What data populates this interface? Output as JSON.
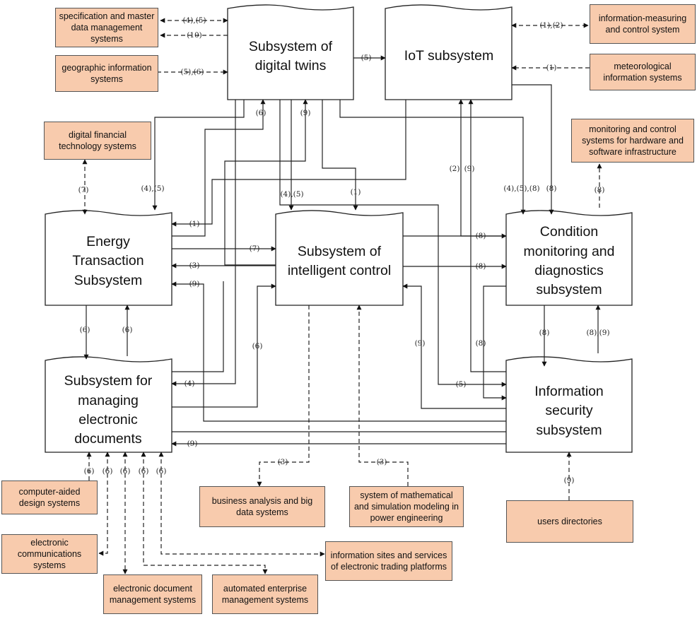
{
  "subsystems": {
    "digital_twins": "Subsystem of digital twins",
    "iot": "IoT subsystem",
    "energy_transaction": "Energy Transaction Subsystem",
    "intelligent_control": "Subsystem of intelligent control",
    "condition_monitoring": "Condition monitoring and diagnostics subsystem",
    "electronic_documents": "Subsystem for managing electronic documents",
    "information_security": "Information security subsystem"
  },
  "external_systems": {
    "spec_master_data": "specification and master data management systems",
    "geographic_info": "geographic information systems",
    "info_measuring_control": "information-measuring and control system",
    "meteorological": "meteorological information systems",
    "digital_financial": "digital financial technology systems",
    "monitoring_hw_sw": "monitoring and control systems for hardware and software infrastructure",
    "computer_aided_design": "computer-aided design systems",
    "electronic_communications": "electronic communications systems",
    "electronic_doc_mgmt": "electronic document management systems",
    "automated_enterprise": "automated enterprise management systems",
    "info_sites_trading": "information sites and services of electronic trading platforms",
    "business_analysis": "business analysis and big data systems",
    "math_simulation": "system of mathematical and simulation modeling in power engineering",
    "users_directories": "users directories"
  },
  "flow_labels": {
    "spec_out": "(4),(5)",
    "spec_in": "(10)",
    "geo_in": "(5),(6)",
    "twin_to_iot": "(5)",
    "imcs": "(1),(2)",
    "meteo": "(1)",
    "dft": "(7)",
    "twin_to_energy": "(4),(5)",
    "energy_to_twin": "(6)",
    "twin_to_intel_a": "(4),(5)",
    "twin_to_intel_b": "(1)",
    "intel_to_twin": "(9)",
    "iot_to_energy": "(1)",
    "energy_to_intel": "(7)",
    "intel_to_energy": "(3)",
    "sec_to_energy": "(9)",
    "cond_in_a": "(8)",
    "cond_in_b": "(8)",
    "twin_to_cond": "(4),(5),(8)",
    "iot_to_cond": "(8)",
    "cond_to_iot": "(2)",
    "sec_to_iot": "(9)",
    "to_monitoring": "(8)",
    "energy_to_docs": "(6)",
    "docs_to_energy": "(6)",
    "docs_to_intel": "(6)",
    "to_docs_4": "(4)",
    "sec_to_docs": "(9)",
    "sec_to_intel": "(9)",
    "to_sec_8": "(8)",
    "to_sec_5": "(5)",
    "cond_to_sec": "(8)",
    "sec_to_cond": "(8),(9)",
    "doc_ext_1": "(6)",
    "doc_ext_2": "(6)",
    "doc_ext_3": "(6)",
    "doc_ext_4": "(6)",
    "doc_ext_5": "(6)",
    "to_business": "(3)",
    "to_math": "(3)",
    "users": "(9)"
  }
}
